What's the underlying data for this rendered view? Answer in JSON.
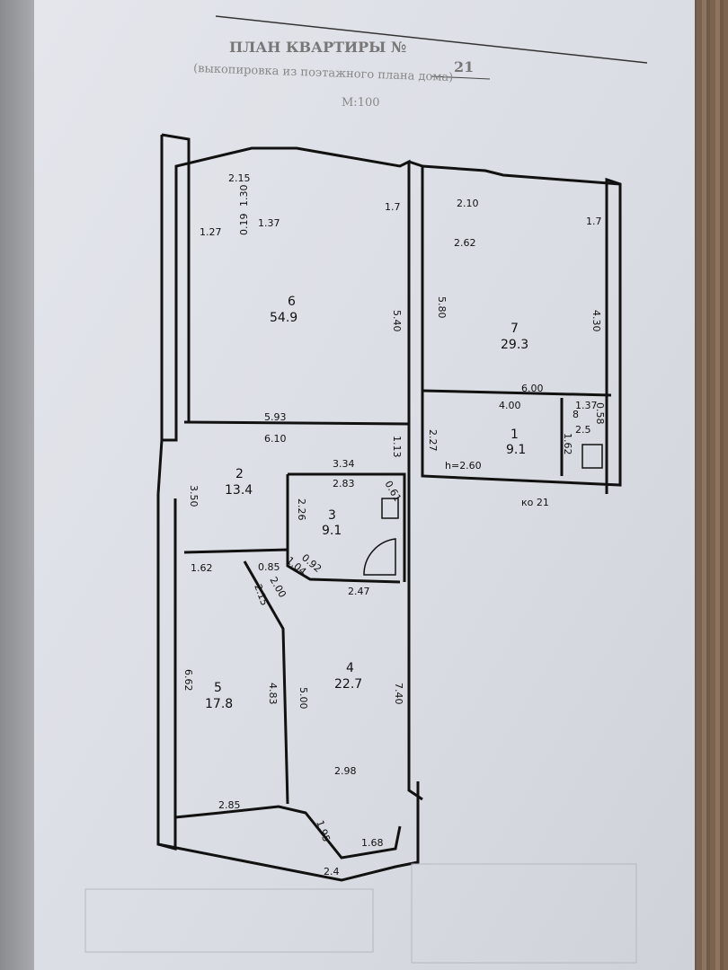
{
  "title": "ПЛАН КВАРТИРЫ №",
  "apartment_number": "21",
  "subtitle": "(выкопировка из поэтажного плана дома)",
  "scale": "М:100",
  "ceiling_height": "h=2.60",
  "stair_label": "ко 21",
  "rooms": [
    {
      "number": "6",
      "area": "54.9"
    },
    {
      "number": "7",
      "area": "29.3"
    },
    {
      "number": "1",
      "area": "9.1"
    },
    {
      "number": "8",
      "area": "2.5"
    },
    {
      "number": "2",
      "area": "13.4"
    },
    {
      "number": "3",
      "area": "9.1"
    },
    {
      "number": "4",
      "area": "22.7"
    },
    {
      "number": "5",
      "area": "17.8"
    }
  ],
  "dimensions": [
    "2.15",
    "1.30",
    "0.19",
    "1.37",
    "1.27",
    "1.7",
    "2.10",
    "2.62",
    "1.7",
    "5.80",
    "4.30",
    "5.40",
    "5.93",
    "6.10",
    "6.00",
    "4.00",
    "1.37",
    "0.58",
    "1.62",
    "2.27",
    "1.13",
    "3.50",
    "3.34",
    "2.83",
    "0.61",
    "2.26",
    "1.62",
    "0.85",
    "1.04",
    "0.92",
    "2.47",
    "2.15",
    "2.00",
    "6.62",
    "4.83",
    "5.00",
    "7.40",
    "2.98",
    "2.85",
    "1.95",
    "1.68",
    "2.4"
  ],
  "colors": {
    "paper": "#dfe2e8",
    "ink": "#111111"
  }
}
